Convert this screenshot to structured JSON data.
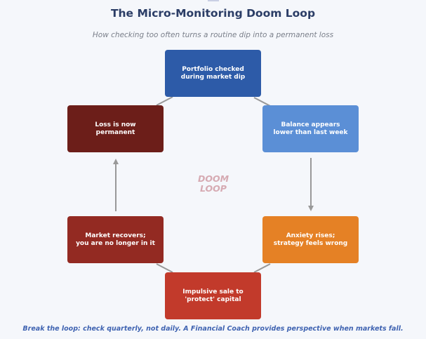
{
  "header": {
    "title": "The Micro-Monitoring Doom Loop",
    "subtitle": "How checking too often turns a routine dip into a permanent loss"
  },
  "nodes": [
    {
      "id": "portfolio-checked",
      "line1": "Portfolio checked",
      "line2": "during market dip",
      "color": "#2d5ba8"
    },
    {
      "id": "balance-lower",
      "line1": "Balance appears",
      "line2": "lower than last week",
      "color": "#5b8fd6"
    },
    {
      "id": "anxiety-rises",
      "line1": "Anxiety rises;",
      "line2": "strategy feels wrong",
      "color": "#e58125"
    },
    {
      "id": "impulsive-sale",
      "line1": "Impulsive sale to",
      "line2": "'protect' capital",
      "color": "#c23a2b"
    },
    {
      "id": "market-recovers",
      "line1": "Market recovers;",
      "line2": "you are no longer in it",
      "color": "#932a22"
    },
    {
      "id": "loss-permanent",
      "line1": "Loss is now",
      "line2": "permanent",
      "color": "#6c1e19"
    }
  ],
  "center_label": {
    "line1": "DOOM",
    "line2": "LOOP"
  },
  "footer": "Break the loop: check quarterly, not daily. A Financial Coach provides perspective when markets fall.",
  "colors": {
    "background": "#f5f7fb",
    "title": "#2b3d66",
    "connector": "#999999",
    "footer": "#3f63b1"
  }
}
